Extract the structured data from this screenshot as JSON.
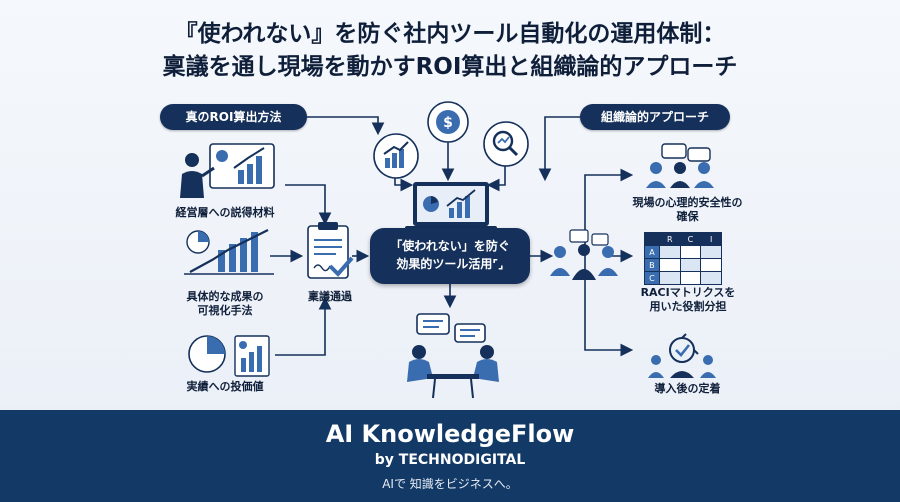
{
  "header": {
    "title_line1": "『使われない』を防ぐ社内ツール自動化の運用体制：",
    "title_line2": "稟議を通し現場を動かすROI算出と組織論的アプローチ"
  },
  "left": {
    "section_label": "真のROI算出方法",
    "items": [
      "経営層への説得材料",
      "具体的な成果の\n可視化手法",
      "実績への投価値"
    ],
    "approval_label": "稟議通過"
  },
  "center": {
    "line1": "「使われない」を防ぐ",
    "line2": "効果的ツール活用⌜⌟"
  },
  "right": {
    "section_label": "組織論的アプローチ",
    "items": [
      "現場の心理的安全性の\n確保",
      "RACIマトリクスを\n用いた役割分担",
      "導入後の定着"
    ],
    "raci_headers": [
      "R",
      "C",
      "I"
    ],
    "raci_rows": [
      "A",
      "B",
      "C"
    ]
  },
  "footer": {
    "brand": "AI KnowledgeFlow",
    "by": "by TECHNODIGITAL",
    "tagline": "AIで 知識をビジネスへ。"
  },
  "colors": {
    "navy": "#15305a",
    "blue": "#3a6cb0",
    "footer": "#133a66"
  }
}
